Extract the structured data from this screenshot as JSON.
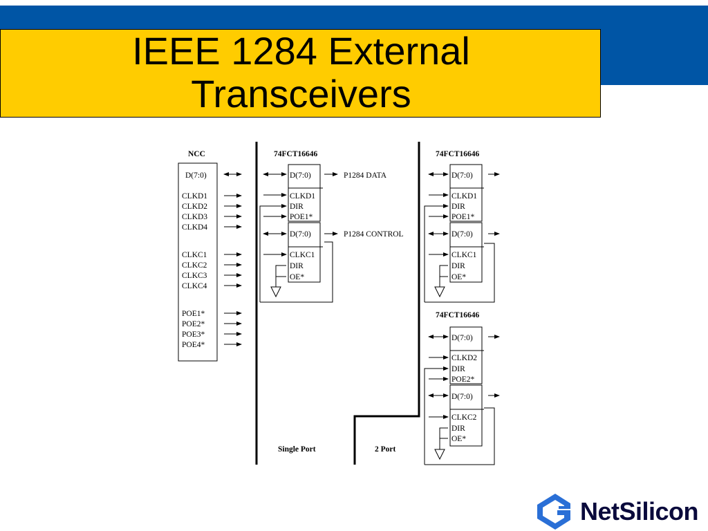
{
  "slide": {
    "title_line1": "IEEE 1284 External",
    "title_line2": "Transceivers",
    "colors": {
      "band": "#0055a5",
      "title_box": "#ffcc00",
      "logo_blue": "#2a6fd6"
    }
  },
  "diagram": {
    "ncc": {
      "label": "NCC",
      "pins": [
        "D(7:0)",
        "CLKD1",
        "CLKD2",
        "CLKD3",
        "CLKD4",
        "CLKC1",
        "CLKC2",
        "CLKC3",
        "CLKC4",
        "POE1*",
        "POE2*",
        "POE3*",
        "POE4*"
      ]
    },
    "single_port": {
      "chip_label": "74FCT16646",
      "data_pins": [
        "D(7:0)",
        "CLKD1",
        "DIR",
        "POE1*"
      ],
      "control_pins": [
        "D(7:0)",
        "CLKC1",
        "DIR",
        "OE*"
      ],
      "data_signal": "P1284 DATA",
      "control_signal": "P1284 CONTROL",
      "footer": "Single Port"
    },
    "two_port_a": {
      "chip_label": "74FCT16646",
      "data_pins": [
        "D(7:0)",
        "CLKD1",
        "DIR",
        "POE1*"
      ],
      "control_pins": [
        "D(7:0)",
        "CLKC1",
        "DIR",
        "OE*"
      ]
    },
    "two_port_b": {
      "chip_label": "74FCT16646",
      "data_pins": [
        "D(7:0)",
        "CLKD2",
        "DIR",
        "POE2*"
      ],
      "control_pins": [
        "D(7:0)",
        "CLKC2",
        "DIR",
        "OE*"
      ]
    },
    "two_port_footer": "2 Port"
  },
  "logo": {
    "text": "NetSilicon",
    "icon": "netsilicon-logo-icon"
  }
}
